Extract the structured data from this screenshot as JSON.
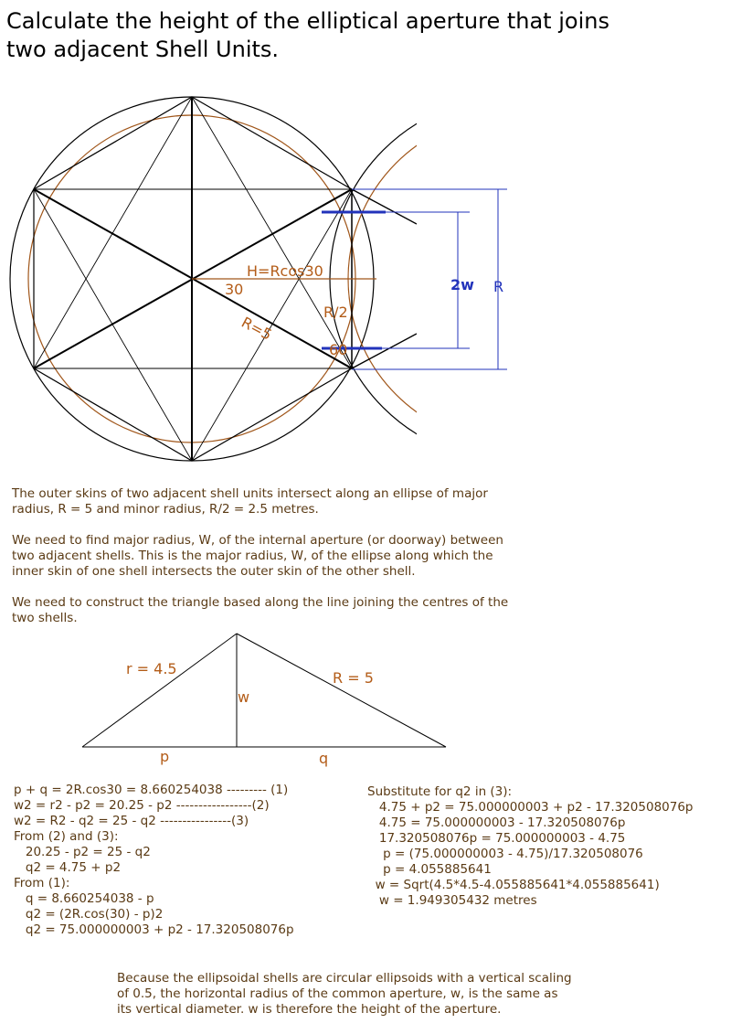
{
  "title_lines": [
    "Calculate the height of the elliptical aperture that joins",
    "two adjacent Shell Units."
  ],
  "diagram1": {
    "labels": {
      "h_label": "H=Rcos30",
      "angle30": "30",
      "r5": "R=5",
      "r_half": "R/2",
      "angle60": "60",
      "two_w": "2w",
      "r_dim": "R"
    },
    "colors": {
      "outline": "#000000",
      "brown": "#a0561a",
      "blue": "#2233bb",
      "label_brown": "#b35c18"
    }
  },
  "para1_lines": [
    "The outer skins of two adjacent shell units intersect along an ellipse of major",
    "radius, R = 5 and minor radius, R/2 = 2.5 metres."
  ],
  "para2_lines": [
    "We need to find major radius, W, of the internal aperture (or doorway) between",
    "two adjacent shells. This is the major radius, W, of the ellipse along which the",
    "inner skin of one shell intersects the outer skin of the other shell."
  ],
  "para3_lines": [
    "We need to construct the triangle based along the line joining the centres of the",
    "two shells."
  ],
  "triangle": {
    "labels": {
      "r": "r = 4.5",
      "R": "R = 5",
      "w": "w",
      "p": "p",
      "q": "q"
    }
  },
  "equations_left": [
    "p + q = 2R.cos30 = 8.660254038 --------- (1)",
    "w2 = r2 - p2 = 20.25 - p2 -----------------(2)",
    "w2 = R2 - q2 = 25 - q2 ----------------(3)",
    "From (2) and (3):",
    "   20.25 - p2 = 25 - q2",
    "   q2 = 4.75 + p2",
    "From (1):",
    "   q = 8.660254038 - p",
    "   q2 = (2R.cos(30) - p)2",
    "   q2 = 75.000000003 + p2 - 17.320508076p"
  ],
  "equations_right": [
    "Substitute for q2 in (3):",
    "   4.75 + p2 = 75.000000003 + p2 - 17.320508076p",
    "   4.75 = 75.000000003 - 17.320508076p",
    "   17.320508076p = 75.000000003 - 4.75",
    "    p = (75.000000003 - 4.75)/17.320508076",
    "    p = 4.055885641",
    "  w = Sqrt(4.5*4.5-4.055885641*4.055885641)",
    "   w = 1.949305432 metres"
  ],
  "para4_lines": [
    "Because the ellipsoidal shells are circular ellipsoids with a vertical scaling",
    "of 0.5, the horizontal radius of the common aperture, w, is the same as",
    "its vertical diameter. w is therefore the height of the aperture."
  ]
}
